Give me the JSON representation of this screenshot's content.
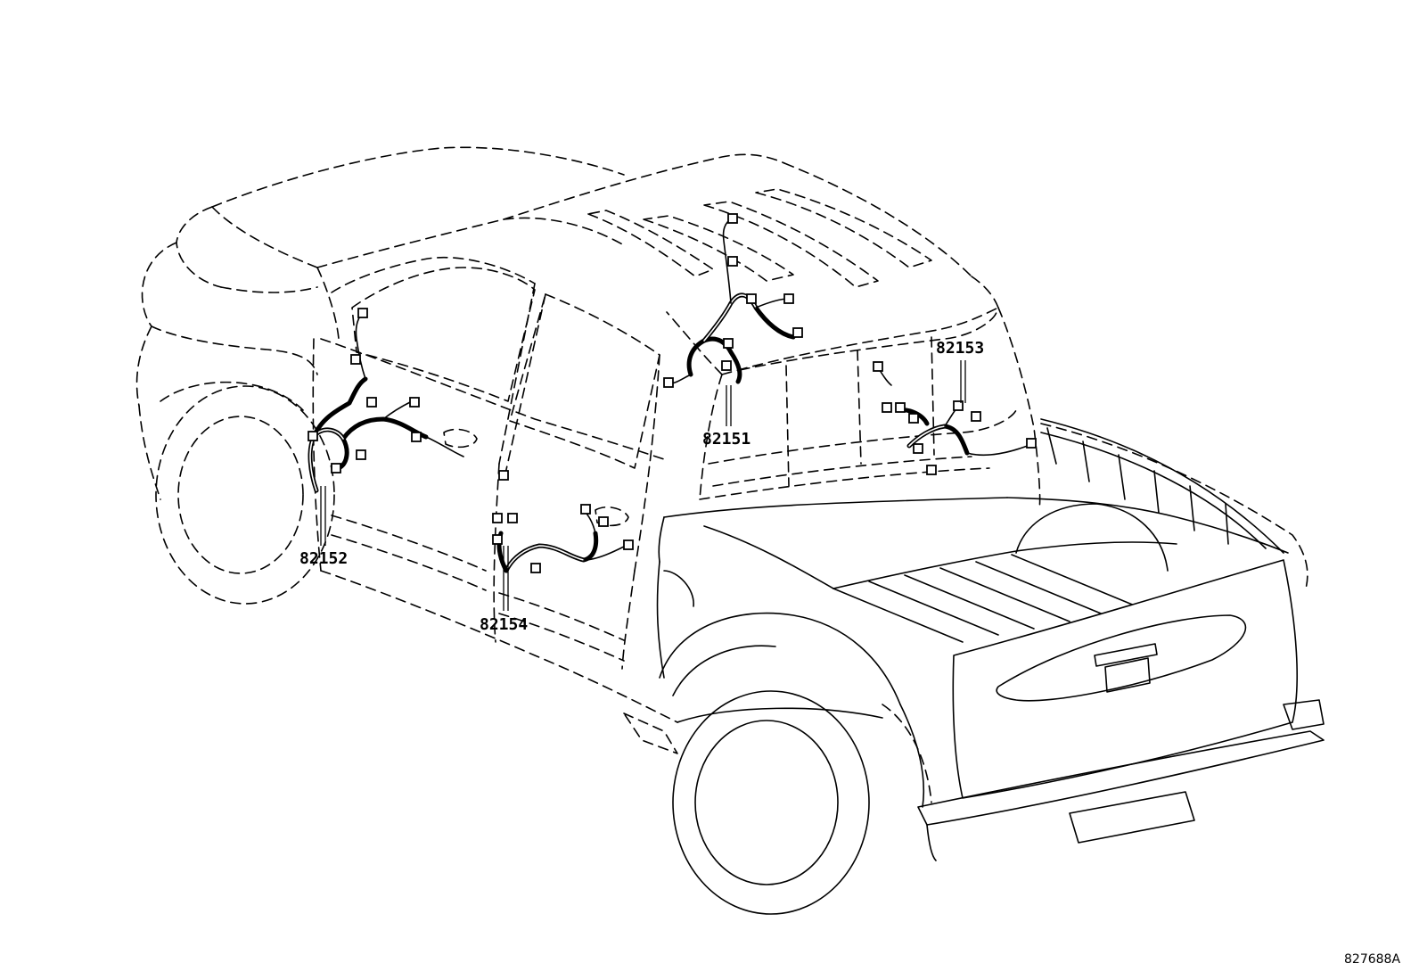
{
  "diagram": {
    "callouts": [
      {
        "id": "82151",
        "label": "82151"
      },
      {
        "id": "82152",
        "label": "82152"
      },
      {
        "id": "82153",
        "label": "82153"
      },
      {
        "id": "82154",
        "label": "82154"
      }
    ],
    "reference_code": "827688A",
    "line_color": "#000000",
    "background_color": "#ffffff"
  }
}
